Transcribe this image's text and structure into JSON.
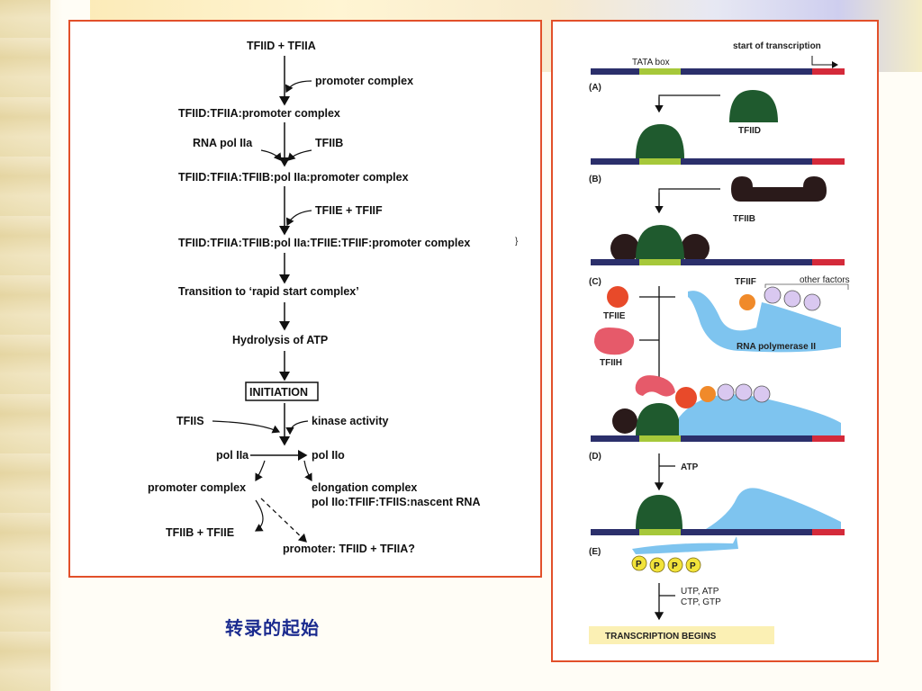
{
  "caption": "转录的起始",
  "pathway": {
    "step1": "TFIID + TFIIA",
    "promoter_complex_in": "promoter complex",
    "step2": "TFIID:TFIIA:promoter complex",
    "rna_pol": "RNA pol IIa",
    "tfiib_in": "TFIIB",
    "step3": "TFIID:TFIIA:TFIIB:pol IIa:promoter complex",
    "tfiie_tfiif_in": "TFIIE + TFIIF",
    "step4": "TFIID:TFIIA:TFIIB:pol IIa:TFIIE:TFIIF:promoter complex",
    "step5": "Transition to ‘rapid start complex’",
    "step6": "Hydrolysis of ATP",
    "initiation": "INITIATION",
    "tfiis": "TFIIS",
    "kinase": "kinase activity",
    "pol_iia": "pol IIa",
    "pol_iio": "pol IIo",
    "promoter_complex_out": "promoter complex",
    "elongation_1": "elongation complex",
    "elongation_2": "pol IIo:TFIIF:TFIIS:nascent RNA",
    "tfiib_tfiie": "TFIIB + TFIIE",
    "promoter_return": "promoter: TFIID + TFIIA?"
  },
  "figure": {
    "tata_box": "TATA box",
    "start": "start of transcription",
    "label_a": "(A)",
    "label_b": "(B)",
    "label_c": "(C)",
    "label_d": "(D)",
    "label_e": "(E)",
    "tfiid": "TFIID",
    "tfiib": "TFIIB",
    "tfiif": "TFIIF",
    "other_factors": "other factors",
    "tfiie": "TFIIE",
    "tfiih": "TFIIH",
    "rna_polymerase": "RNA polymerase II",
    "atp": "ATP",
    "ntp_1": "UTP, ATP",
    "ntp_2": "CTP, GTP",
    "phosphate": "P",
    "begins": "TRANSCRIPTION BEGINS"
  },
  "colors": {
    "frame": "#e2502a",
    "caption": "#1b2b8f",
    "dna": "#2b2f6b",
    "tata": "#a6c83a",
    "start_mark": "#d42a3a",
    "tfiid": "#1f5a2e",
    "tfiib": "#2a1a1a",
    "tfiie": "#e84a2a",
    "tfiih": "#e65a6a",
    "polymerase": "#7ec4ef",
    "other": "#d9c8f0",
    "phosphate": "#f2e33a",
    "begins_band": "#fbf0b4"
  }
}
